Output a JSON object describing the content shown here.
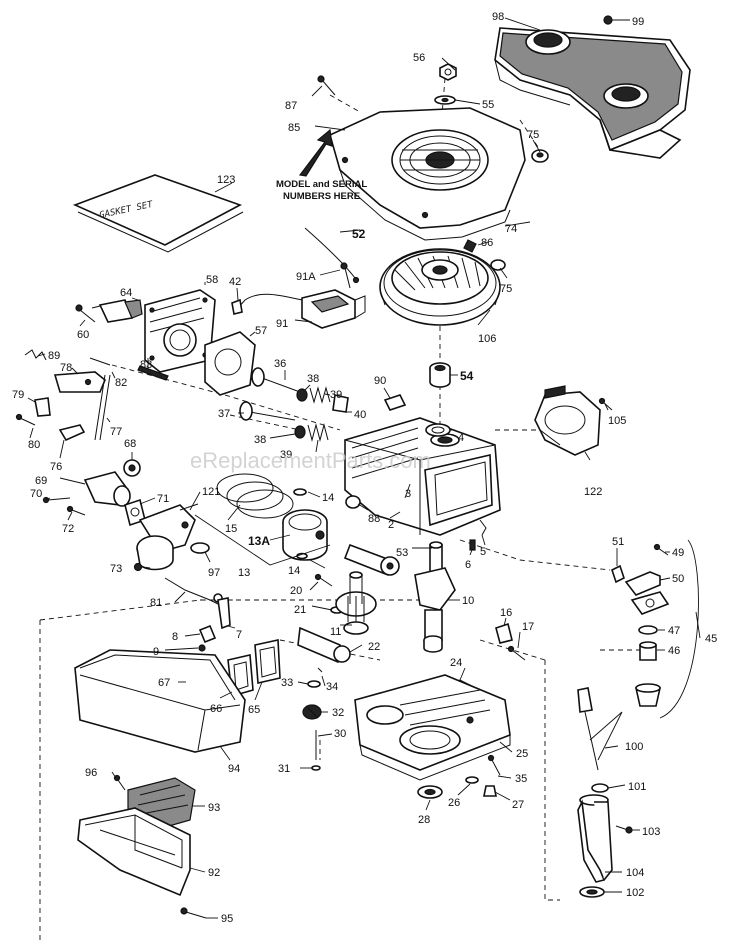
{
  "labels": {
    "p98": "98",
    "p99": "99",
    "p56": "56",
    "p55": "55",
    "p87": "87",
    "p85": "85",
    "p75a": "75",
    "p74": "74",
    "p86": "86",
    "p75b": "75",
    "p123": "123",
    "p52": "52",
    "p91a": "91A",
    "p91": "91",
    "p106": "106",
    "p42": "42",
    "p58": "58",
    "p64": "64",
    "p60": "60",
    "p57": "57",
    "p36": "36",
    "p38a": "38",
    "p39a": "39",
    "p40": "40",
    "p90": "90",
    "p54": "54",
    "p89": "89",
    "p78": "78",
    "p82": "82",
    "p83": "83",
    "p79": "79",
    "p80": "80",
    "p37": "37",
    "p38b": "38",
    "p39b": "39",
    "p4": "4",
    "p77": "77",
    "p76": "76",
    "p68": "68",
    "p69": "69",
    "p70": "70",
    "p72": "72",
    "p71": "71",
    "p121": "121",
    "p15": "15",
    "p14a": "14",
    "p88": "88",
    "p3": "3",
    "p2": "2",
    "p122": "122",
    "p105": "105",
    "p13a": "13A",
    "p13": "13",
    "p14b": "14",
    "p53": "53",
    "p5": "5",
    "p6": "6",
    "p73": "73",
    "p97": "97",
    "p51": "51",
    "p49": "49",
    "p50": "50",
    "p20": "20",
    "p21": "21",
    "p11": "11",
    "p10": "10",
    "p81": "81",
    "p16": "16",
    "p17": "17",
    "p47": "47",
    "p46": "46",
    "p45": "45",
    "p8": "8",
    "p9": "9",
    "p7": "7",
    "p22": "22",
    "p24": "24",
    "p67": "67",
    "p33": "33",
    "p34": "34",
    "p66": "66",
    "p65": "65",
    "p32": "32",
    "p30": "30",
    "p94": "94",
    "p31": "31",
    "p25": "25",
    "p100": "100",
    "p101": "101",
    "p96": "96",
    "p93": "93",
    "p35": "35",
    "p28": "28",
    "p26": "26",
    "p27": "27",
    "p103": "103",
    "p92": "92",
    "p104": "104",
    "p102": "102",
    "p95": "95"
  },
  "notes": {
    "model_serial_line1": "MODEL and SERIAL",
    "model_serial_line2": "NUMBERS HERE",
    "gasket_set": "GASKET SET",
    "watermark": "eReplacementParts.com"
  }
}
